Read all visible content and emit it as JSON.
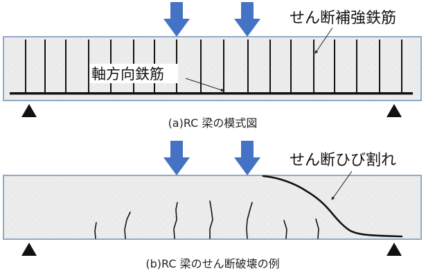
{
  "panel_a": {
    "label_stirrups": "せん断補強鉄筋",
    "label_main_bar": "軸方向鉄筋",
    "caption": "(a)RC 梁の模式図"
  },
  "panel_b": {
    "label_crack": "せん断ひび割れ",
    "caption": "(b)RC 梁のせん断破壊の例"
  },
  "colors": {
    "load_arrow": "#4472C4",
    "beam_fill": "#eeeeee",
    "beam_border": "#8EA9C8",
    "rebar": "#111111",
    "support": "#111111"
  },
  "icons": {
    "load": "down-arrow-icon",
    "support": "triangle-support-icon"
  }
}
